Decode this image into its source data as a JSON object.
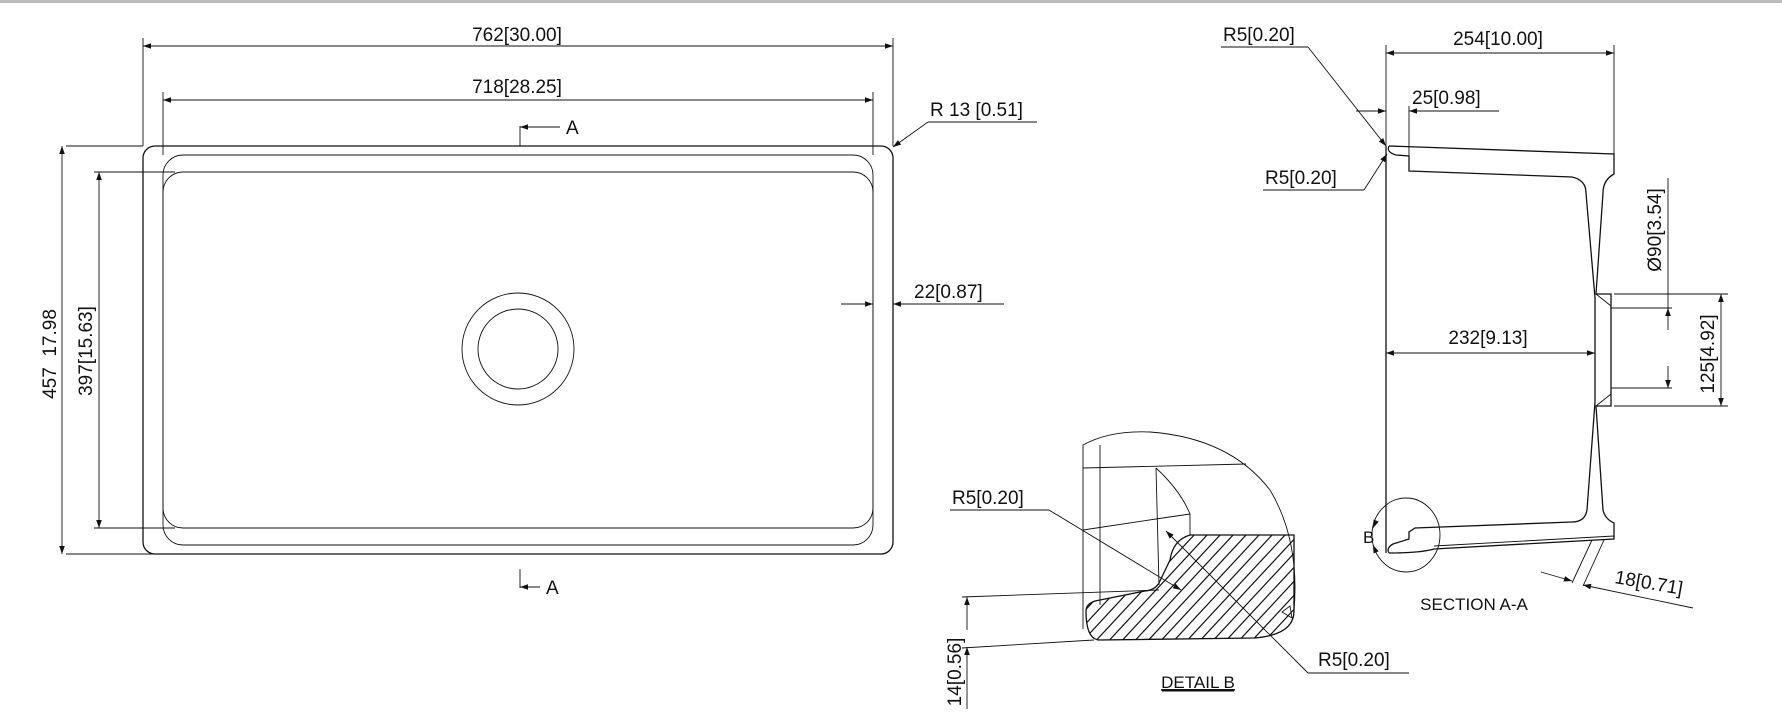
{
  "plan_view": {
    "overall_length": "762[30.00]",
    "inner_length": "718[28.25]",
    "corner_radius": "R 13 [0.51]",
    "rim_width": "22[0.87]",
    "overall_width": "457  17.98",
    "inner_width": "397[15.63]",
    "section_mark_top": "A",
    "section_mark_bottom": "A"
  },
  "section_view": {
    "title": "SECTION A-A",
    "top_radius": "R5[0.20]",
    "lower_radius": "R5[0.20]",
    "overall_depth": "254[10.00]",
    "lip": "25[0.98]",
    "inner_depth": "232[9.13]",
    "drain_diameter": "Ø90[3.54]",
    "drain_flange": "125[4.92]",
    "wall_thickness": "18[0.71]",
    "detail_marker": "B"
  },
  "detail_view": {
    "title": "DETAIL B",
    "radius_left": "R5[0.20]",
    "radius_right": "R5[0.20]",
    "thickness": "14[0.56]"
  },
  "colors": {
    "line": "#111111",
    "background": "#ffffff"
  }
}
